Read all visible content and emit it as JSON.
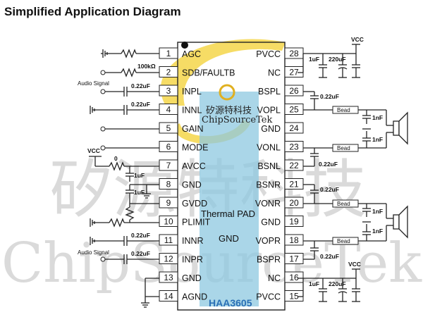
{
  "title": "Simplified Application Diagram",
  "chip": {
    "name": "HAA3605",
    "thermal_pad": "Thermal PAD",
    "pad_gnd": "GND"
  },
  "left_pins": [
    {
      "num": "1",
      "name": "AGC"
    },
    {
      "num": "2",
      "name": "SDB/FAULTB"
    },
    {
      "num": "3",
      "name": "INPL"
    },
    {
      "num": "4",
      "name": "INNL"
    },
    {
      "num": "5",
      "name": "GAIN"
    },
    {
      "num": "6",
      "name": "MODE"
    },
    {
      "num": "7",
      "name": "AVCC"
    },
    {
      "num": "8",
      "name": "GND"
    },
    {
      "num": "9",
      "name": "GVDD"
    },
    {
      "num": "10",
      "name": "PLIMIT"
    },
    {
      "num": "11",
      "name": "INNR"
    },
    {
      "num": "12",
      "name": "INPR"
    },
    {
      "num": "13",
      "name": "GND"
    },
    {
      "num": "14",
      "name": "AGND"
    }
  ],
  "right_pins": [
    {
      "num": "28",
      "name": "PVCC"
    },
    {
      "num": "27",
      "name": "NC"
    },
    {
      "num": "26",
      "name": "BSPL"
    },
    {
      "num": "25",
      "name": "VOPL"
    },
    {
      "num": "24",
      "name": "GND"
    },
    {
      "num": "23",
      "name": "VONL"
    },
    {
      "num": "22",
      "name": "BSNL"
    },
    {
      "num": "21",
      "name": "BSNR"
    },
    {
      "num": "20",
      "name": "VONR"
    },
    {
      "num": "19",
      "name": "GND"
    },
    {
      "num": "18",
      "name": "VOPR"
    },
    {
      "num": "17",
      "name": "BSPR"
    },
    {
      "num": "16",
      "name": "NC"
    },
    {
      "num": "15",
      "name": "PVCC"
    }
  ],
  "labels": {
    "r_100k": "100kΩ",
    "audio_signal_1": "Audio Signal",
    "audio_signal_2": "Audio Signal",
    "cap_in_1": "0.22uF",
    "cap_in_2": "0.22uF",
    "cap_in_3": "0.22uF",
    "cap_in_4": "0.22uF",
    "vcc_left": "VCC",
    "r_zero": "0",
    "cap_1uf_a": "1uF",
    "cap_1uf_b": "1uF",
    "vcc_top": "VCC",
    "vcc_bottom": "VCC",
    "cap_top_1uf": "1uF",
    "cap_top_220uf": "220uF",
    "cap_bot_1uf": "1uF",
    "cap_bot_220uf": "220uF",
    "bs_cap_1": "0.22uF",
    "bs_cap_2": "0.22uF",
    "bs_cap_3": "0.22uF",
    "bs_cap_4": "0.22uF",
    "bead_1": "Bead",
    "bead_2": "Bead",
    "bead_3": "Bead",
    "bead_4": "Bead",
    "out_cap_1": "1nF",
    "out_cap_2": "1nF",
    "out_cap_3": "1nF",
    "out_cap_4": "1nF"
  },
  "logo": {
    "cn": "矽源特科技",
    "en": "ChipSourceTek"
  },
  "watermark": {
    "cn": "矽源特科技",
    "en": "ChipSourceTek"
  },
  "colors": {
    "pad_fill": "#8ec8e0",
    "logo_yellow": "#f5d64a",
    "chip_name": "#2a6fb5"
  }
}
